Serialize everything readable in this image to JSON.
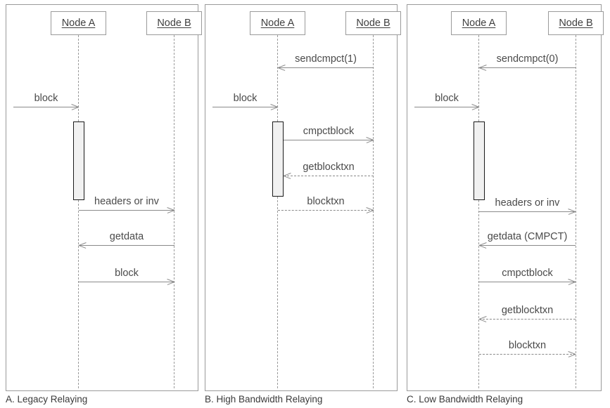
{
  "figure": {
    "type": "uml-sequence-diagram",
    "background": "#ffffff",
    "line_color": "#8a8a8a",
    "activation_fill": "#f1f1f1",
    "activation_border": "#1a1a1a"
  },
  "panels": [
    {
      "id": "panel-a",
      "caption": "A. Legacy Relaying",
      "lifelines": [
        {
          "name": "node-a",
          "label": "Node A"
        },
        {
          "name": "node-b",
          "label": "Node B"
        }
      ],
      "messages": [
        {
          "label": "block",
          "from": "external",
          "to": "node-a",
          "style": "solid",
          "direction": "right"
        },
        {
          "label": "headers or inv",
          "from": "node-a",
          "to": "node-b",
          "style": "solid",
          "direction": "right"
        },
        {
          "label": "getdata",
          "from": "node-b",
          "to": "node-a",
          "style": "solid",
          "direction": "left"
        },
        {
          "label": "block",
          "from": "node-a",
          "to": "node-b",
          "style": "solid",
          "direction": "right"
        }
      ]
    },
    {
      "id": "panel-b",
      "caption": "B. High Bandwidth Relaying",
      "lifelines": [
        {
          "name": "node-a",
          "label": "Node A"
        },
        {
          "name": "node-b",
          "label": "Node B"
        }
      ],
      "messages": [
        {
          "label": "sendcmpct(1)",
          "from": "node-b",
          "to": "node-a",
          "style": "solid",
          "direction": "left"
        },
        {
          "label": "block",
          "from": "external",
          "to": "node-a",
          "style": "solid",
          "direction": "right"
        },
        {
          "label": "cmpctblock",
          "from": "node-a",
          "to": "node-b",
          "style": "solid",
          "direction": "right"
        },
        {
          "label": "getblocktxn",
          "from": "node-b",
          "to": "node-a",
          "style": "dashed",
          "direction": "left"
        },
        {
          "label": "blocktxn",
          "from": "node-a",
          "to": "node-b",
          "style": "dashed",
          "direction": "right"
        }
      ]
    },
    {
      "id": "panel-c",
      "caption": "C. Low Bandwidth Relaying",
      "lifelines": [
        {
          "name": "node-a",
          "label": "Node A"
        },
        {
          "name": "node-b",
          "label": "Node B"
        }
      ],
      "messages": [
        {
          "label": "sendcmpct(0)",
          "from": "node-b",
          "to": "node-a",
          "style": "solid",
          "direction": "left"
        },
        {
          "label": "block",
          "from": "external",
          "to": "node-a",
          "style": "solid",
          "direction": "right"
        },
        {
          "label": "headers or inv",
          "from": "node-a",
          "to": "node-b",
          "style": "solid",
          "direction": "right"
        },
        {
          "label": "getdata (CMPCT)",
          "from": "node-b",
          "to": "node-a",
          "style": "solid",
          "direction": "left"
        },
        {
          "label": "cmpctblock",
          "from": "node-a",
          "to": "node-b",
          "style": "solid",
          "direction": "right"
        },
        {
          "label": "getblocktxn",
          "from": "node-b",
          "to": "node-a",
          "style": "dashed",
          "direction": "left"
        },
        {
          "label": "blocktxn",
          "from": "node-a",
          "to": "node-b",
          "style": "dashed",
          "direction": "right"
        }
      ]
    }
  ]
}
